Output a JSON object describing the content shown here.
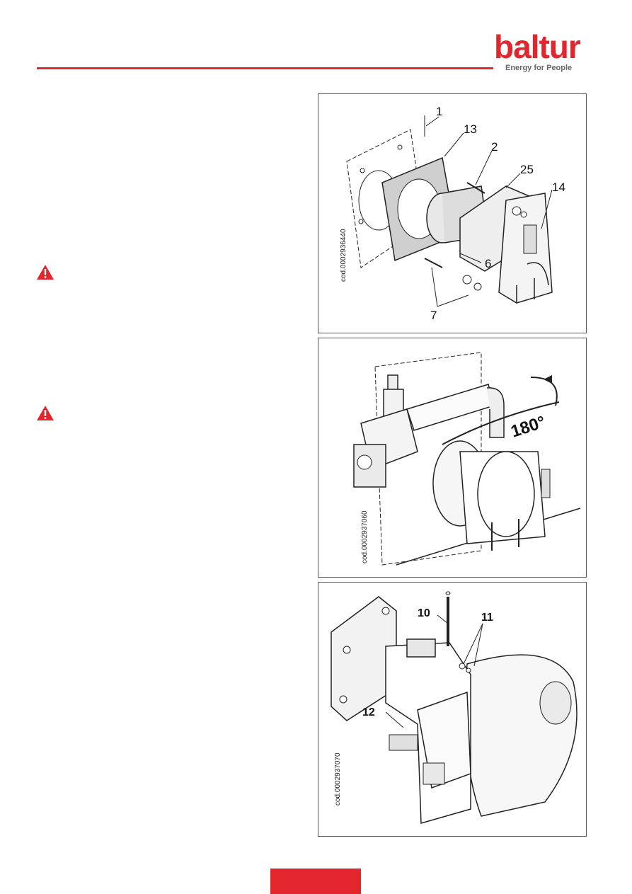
{
  "brand": {
    "name": "baltur",
    "tagline": "Energy for People",
    "color": "#e3262d"
  },
  "warnings": [
    {
      "icon": "warning-triangle-icon"
    },
    {
      "icon": "warning-triangle-icon"
    }
  ],
  "figures": [
    {
      "code": "cod.0002936440",
      "callouts": [
        "1",
        "13",
        "2",
        "25",
        "14",
        "6",
        "7"
      ]
    },
    {
      "code": "cod.0002937060",
      "angle": "180°"
    },
    {
      "code": "cod.0002937070",
      "callouts": [
        "10",
        "11",
        "12"
      ]
    }
  ]
}
